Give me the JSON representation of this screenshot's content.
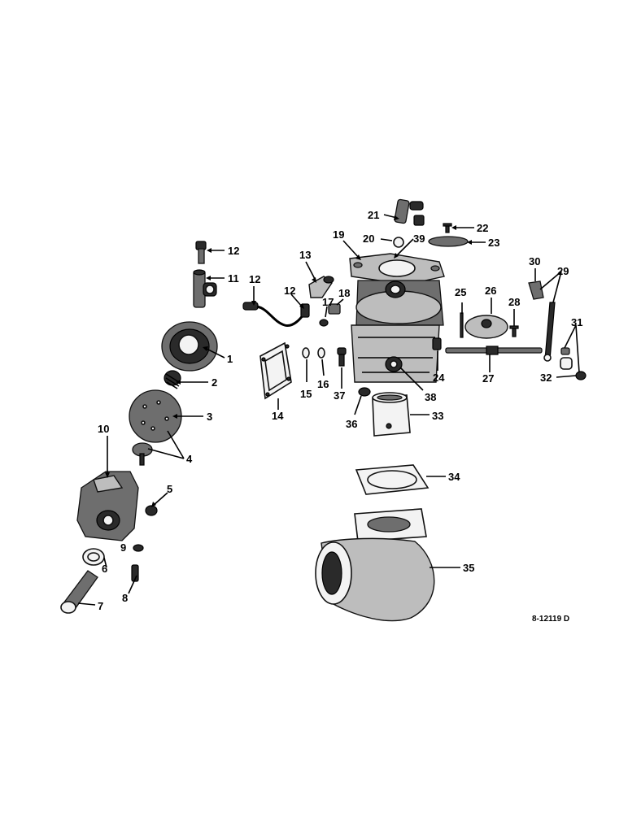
{
  "diagram": {
    "reference_code": "8-12119 D",
    "callouts": {
      "c1": "1",
      "c2": "2",
      "c3": "3",
      "c4": "4",
      "c5": "5",
      "c6": "6",
      "c7": "7",
      "c8": "8",
      "c9": "9",
      "c10": "10",
      "c11": "11",
      "c12a": "12",
      "c12b": "12",
      "c12c": "12",
      "c13": "13",
      "c14": "14",
      "c15": "15",
      "c16": "16",
      "c17": "17",
      "c18": "18",
      "c19": "19",
      "c20": "20",
      "c21": "21",
      "c22": "22",
      "c23": "23",
      "c24": "24",
      "c25": "25",
      "c26": "26",
      "c27": "27",
      "c28": "28",
      "c29": "29",
      "c30": "30",
      "c31": "31",
      "c32": "32",
      "c33": "33",
      "c34": "34",
      "c35": "35",
      "c36": "36",
      "c37": "37",
      "c38": "38",
      "c39": "39"
    }
  }
}
